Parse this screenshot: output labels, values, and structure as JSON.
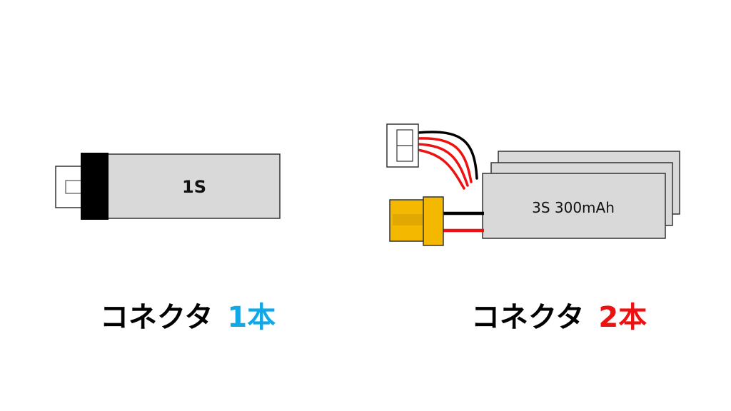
{
  "battery_1s": {
    "label": "1S"
  },
  "battery_3s": {
    "label": "3S 300mAh"
  },
  "caption_left": {
    "text": "コネクタ",
    "count": "1本"
  },
  "caption_right": {
    "text": "コネクタ",
    "count": "2本"
  },
  "colors": {
    "cell_fill": "#d9d9d9",
    "cell_stroke": "#333333",
    "connector_cap": "#000000",
    "xt_connector": "#f5b800",
    "wire_red": "#ee1111",
    "wire_black": "#000000",
    "count_blue": "#11a8e8",
    "count_red": "#ee1111"
  }
}
